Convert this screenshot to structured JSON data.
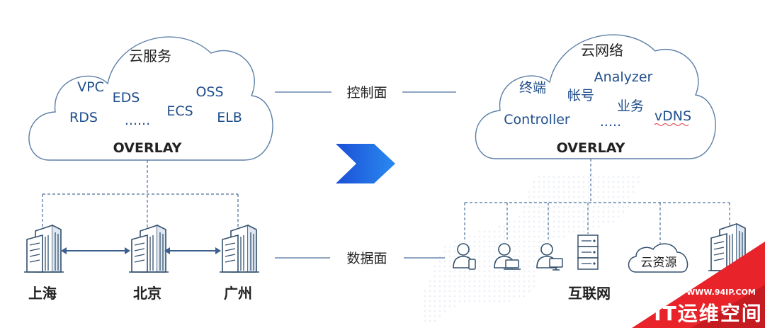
{
  "left_cloud": {
    "title": "云服务",
    "items": [
      "VPC",
      "EDS",
      "OSS",
      "RDS",
      "......",
      "ECS",
      "ELB"
    ],
    "overlay": "OVERLAY"
  },
  "right_cloud": {
    "title": "云网络",
    "items": [
      "Analyzer",
      "终端",
      "帐号",
      "业务",
      "Controller",
      ".....",
      "vDNS"
    ],
    "overlay": "OVERLAY"
  },
  "planes": {
    "control": "控制面",
    "data": "数据面"
  },
  "cities": [
    "上海",
    "北京",
    "广州"
  ],
  "right_bottom": {
    "cloud_resource": "云资源",
    "internet": "互联网"
  },
  "watermark": {
    "url": "WWW.94IP.COM",
    "name": "IT运维空间"
  },
  "colors": {
    "line": "#4a6f9c",
    "node_text": "#1f4e8c",
    "arrow": "#1f66e0",
    "watermark_bg": "#e8232a"
  },
  "icons": [
    "cloud-icon",
    "building-icon",
    "user-tablet-icon",
    "user-laptop-icon",
    "user-desktop-icon",
    "server-rack-icon",
    "arrow-right-icon"
  ]
}
